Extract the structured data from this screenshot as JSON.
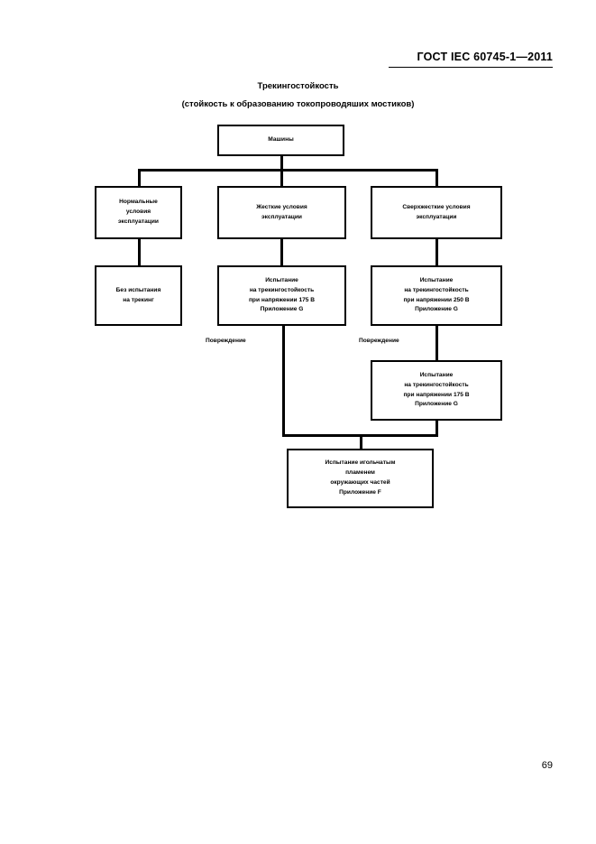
{
  "document": {
    "standard_header": "ГОСТ IEC 60745-1—2011",
    "page_number": "69"
  },
  "diagram": {
    "title_line1": "Трекингостойкость",
    "title_line2": "(стойкость к образованию токопроводяших мостиков)",
    "nodes": {
      "root": {
        "lines": [
          "Машины"
        ]
      },
      "normal_conditions": {
        "lines": [
          "Нормальные",
          "условия",
          "эксплуатации"
        ]
      },
      "severe_conditions": {
        "lines": [
          "Жесткие условия",
          "эксплуатации"
        ]
      },
      "very_severe_conditions": {
        "lines": [
          "Сверхжесткие условия",
          "эксплуатации"
        ]
      },
      "no_tracking_test": {
        "lines": [
          "Без испытания",
          "на трекинг"
        ]
      },
      "tracking_test_175": {
        "lines": [
          "Испытание",
          "на трекингостойкость",
          "при напряжении 175 В",
          "Приложение G"
        ]
      },
      "tracking_test_250": {
        "lines": [
          "Испытание",
          "на трекингостойкость",
          "при напряжении 250 В",
          "Приложение G"
        ]
      },
      "tracking_test_175_retest": {
        "lines": [
          "Испытание",
          "на трекингостойкость",
          "при напряжении 175 В",
          "Приложение G"
        ]
      },
      "needle_flame_test": {
        "lines": [
          "Испытание игольчатым",
          "пламенем",
          "окружающих частей",
          "Приложение F"
        ]
      }
    },
    "edge_labels": {
      "damage_left": "Повреждение",
      "damage_right": "Повреждение"
    }
  }
}
